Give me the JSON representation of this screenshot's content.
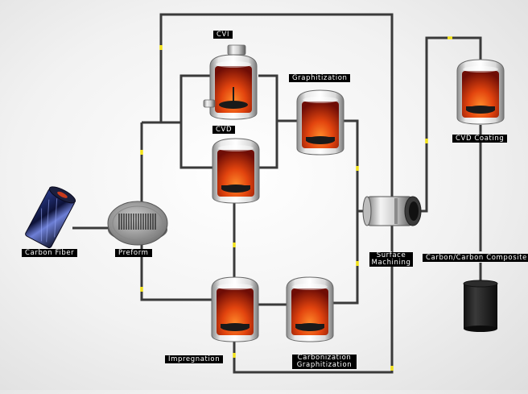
{
  "labels": {
    "cvi": "CVI",
    "graphitization": "Graphitization",
    "cvd": "CVD",
    "cvd_coating": "CVD Coating",
    "carbon_fiber": "Carbon Fiber",
    "preform": "Preform",
    "surface_machining_line1": "Surface",
    "surface_machining_line2": "Machining",
    "carbon_carbon_composite": "Carbon/Carbon Composite",
    "impregnation": "Impregnation",
    "carbonization_line1": "Carbonization",
    "carbonization_line2": "Graphitization"
  },
  "colors": {
    "pipe": "#3a3a3a",
    "joint": "#f2e21a",
    "label_bg": "#000000",
    "label_text": "#ffffff",
    "furnace_glow": "#e2440e"
  }
}
